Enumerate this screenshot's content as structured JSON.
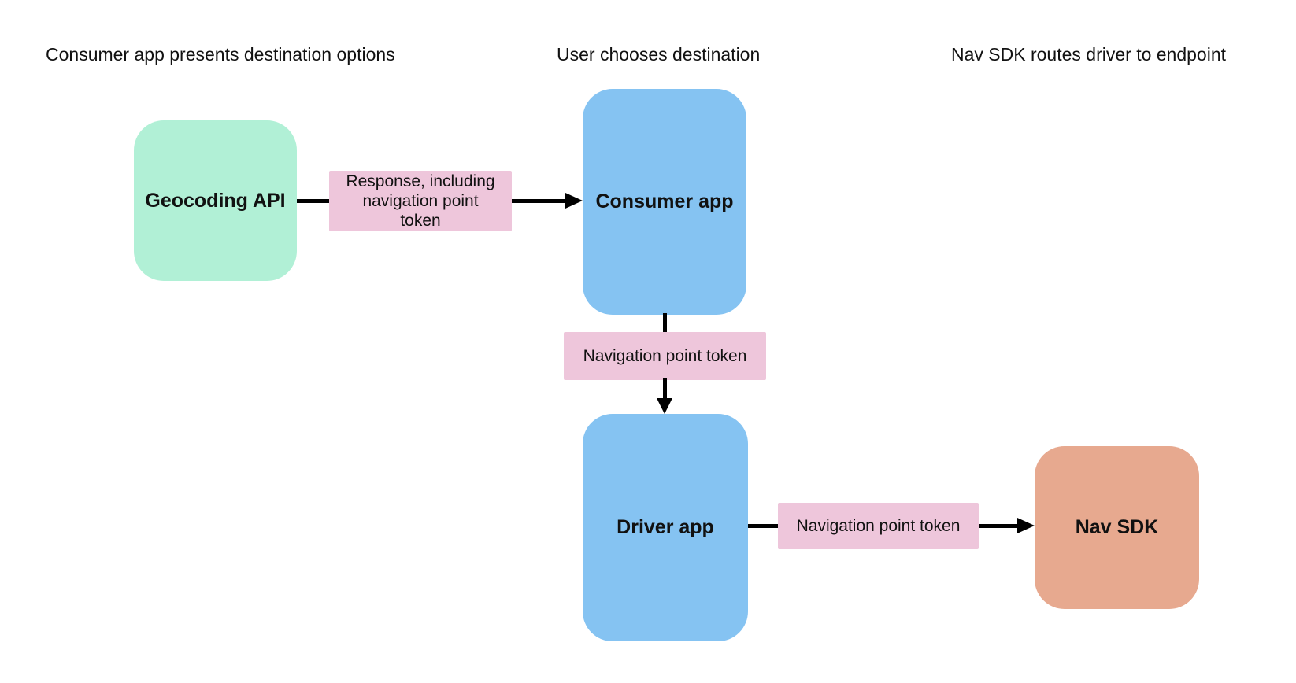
{
  "page": {
    "background": "#ffffff",
    "text_color": "#111111"
  },
  "headers": [
    {
      "id": "consumer-presents",
      "label": "Consumer app presents destination options"
    },
    {
      "id": "user-chooses",
      "label": "User chooses destination"
    },
    {
      "id": "navsdk-routes",
      "label": "Nav SDK routes driver to endpoint"
    }
  ],
  "nodes": [
    {
      "id": "geocoding-api",
      "label": "Geocoding API",
      "fill": "#B1F0D6"
    },
    {
      "id": "consumer-app",
      "label": "Consumer app",
      "fill": "#85C3F2"
    },
    {
      "id": "driver-app",
      "label": "Driver app",
      "fill": "#85C3F2"
    },
    {
      "id": "nav-sdk",
      "label": "Nav SDK",
      "fill": "#E7A98F"
    }
  ],
  "edges": {
    "connector_color": "#000000",
    "labels": [
      {
        "id": "response-token",
        "label": "Response, including navigation point token",
        "fill": "#EEC6DB"
      },
      {
        "id": "nav-point-token-consumer-driver",
        "label": "Navigation point token",
        "fill": "#EEC6DB"
      },
      {
        "id": "nav-point-token-driver-navsdk",
        "label": "Navigation point token",
        "fill": "#EEC6DB"
      }
    ]
  }
}
